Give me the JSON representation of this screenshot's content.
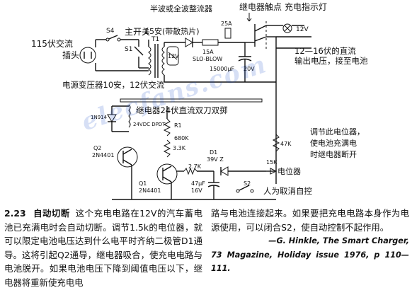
{
  "schematic": {
    "label_ac_input": "115伏交流",
    "label_plug": "插头",
    "label_s4": "S4",
    "label_main_switch": "主开关",
    "label_s1": "S1",
    "label_t1": "T1",
    "label_rectifier": "半波或全波整流器",
    "label_rectifier_amp": "15安(带散热片)",
    "label_relay_contact": "继电器触点",
    "label_charge_lamp": "充电指示灯",
    "label_lamp_volt": "12V",
    "label_fuse_a": "25A",
    "label_fuse_b": "15A",
    "label_fuse_type": "SLO-BLOW",
    "label_cap": "15000μF",
    "label_cap_volt": "20V",
    "label_output": "12—16伏的直流输出电压，接至电池",
    "label_transformer": "电源变压器10安，12伏交流",
    "label_12v": "12V",
    "label_relay": "继电器24伏直流双刀双掷",
    "label_d_in914": "1N914",
    "label_relay_ry": "24VDC DPDT",
    "label_r1": "R1",
    "label_r1_val": "680K",
    "label_r2": "3.3K",
    "label_r3": "47K",
    "label_r4": "2.7K",
    "label_r5": "15K",
    "label_q2": "Q2",
    "label_q2_type": "2N4401",
    "label_q1": "Q1",
    "label_q1_type": "2N4401",
    "label_d1": "D1",
    "label_d1_val": "39V Z",
    "label_c2": "47μF",
    "label_c2_volt": "16V",
    "label_s2": "S2",
    "label_pot": "电位器",
    "label_override": "人为取消自控",
    "label_adjust_note": "调节此电位器，使电池充满电时继电器断开",
    "watermark": "elecfans.com"
  },
  "caption": {
    "number": "2.23",
    "title": "自动切断",
    "left_text": "这个充电电路在12V的汽车蓄电池已充满电时会自动切断。调节1.5k的电位器，就可以限定电池电压达到什么电平时齐纳二极管D1通导。这将引起Q2通导，继电器吸合，使充电电路与电池脱开。如果电池电压下降到阈值电压以下，继电器将重新使充电电",
    "right_text": "路与电池连接起来。如果要把充电电路本身作为电源使用，可以闭合S2，使自动控制不起作用。",
    "citation_author": "—G. Hinkle, The Smart Charger,",
    "citation_source": "73 Magazine, Holiday issue 1976, p 110—111."
  }
}
